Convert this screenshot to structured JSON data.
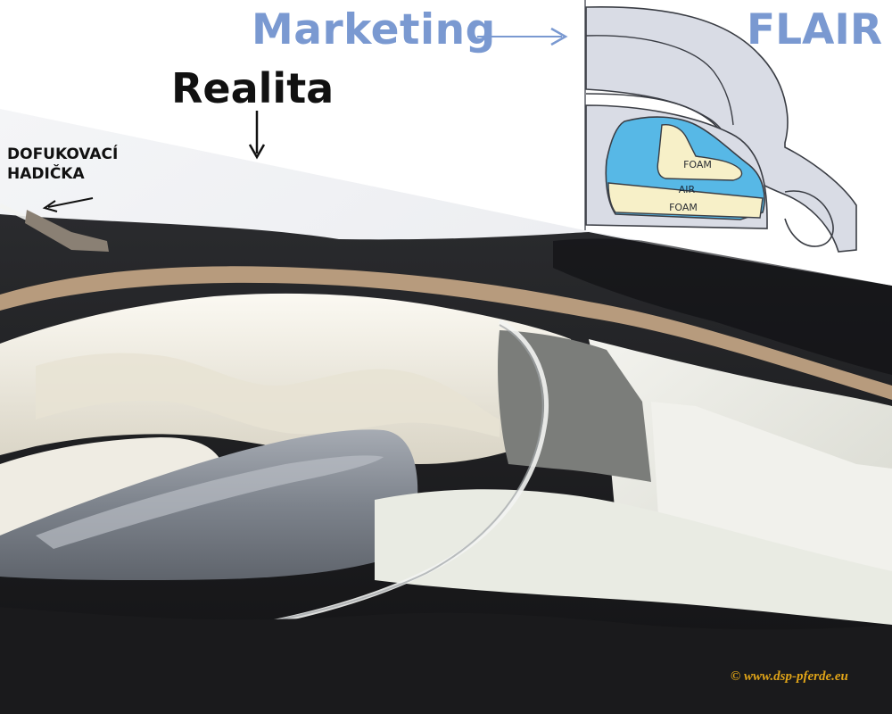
{
  "labels": {
    "marketing": "Marketing",
    "flair": "FLAIR",
    "reality": "Realita",
    "tube_line1": "DOFUKOVACÍ",
    "tube_line2": "HADIČKA",
    "copyright": "© www.dsp-pferde.eu"
  },
  "diagram": {
    "foam_top": "FOAM",
    "air": "AIR",
    "foam_bottom": "FOAM"
  },
  "colors": {
    "label_blue": "#7a99d1",
    "air_blue": "#57b8e6",
    "foam_cream": "#f7f0c8",
    "diagram_gray": "#d9dce5",
    "felt_black": "#1e1e20",
    "wool_white": "#f2efe6",
    "gray_bladder": "#8a9098"
  }
}
